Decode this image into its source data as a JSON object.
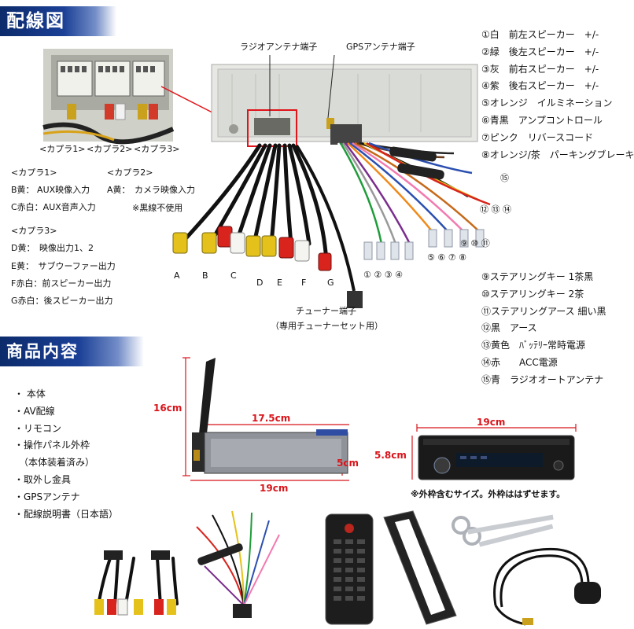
{
  "section1": {
    "title": "配線図"
  },
  "section2": {
    "title": "商品内容"
  },
  "top_labels": {
    "radio_port": "ラジオアンテナ端子",
    "gps_port": "GPSアンテナ端子"
  },
  "couplers": {
    "c1": "<カプラ1>",
    "c2": "<カプラ2>",
    "c3": "<カプラ3>"
  },
  "coupler1": {
    "title": "<カプラ1>",
    "lines": [
      "B黄： AUX映像入力",
      "C赤白：AUX音声入力"
    ]
  },
  "coupler2": {
    "title": "<カプラ2>",
    "line": "A黄：　カメラ映像入力",
    "note": "※黒線不使用"
  },
  "coupler3": {
    "title": "<カプラ3>",
    "lines": [
      "D黄：　映像出力1、2",
      "E黄：　サブウーファー出力",
      "F赤白：前スピーカー出力",
      "G赤白：後スピーカー出力"
    ]
  },
  "plug_letters": [
    "A",
    "B",
    "C",
    "D",
    "E",
    "F",
    "G"
  ],
  "tuner": {
    "line1": "チューナー端子",
    "line2": "（専用チューナーセット用）"
  },
  "wire_legend_top": [
    "①白　前左スピーカー　+/-",
    "②緑　後左スピーカー　+/-",
    "③灰　前右スピーカー　+/-",
    "④紫　後右スピーカー　+/-",
    "⑤オレンジ　イルミネーション",
    "⑥青黒　アンプコントロール",
    "⑦ピンク　リバースコード",
    "⑧オレンジ/茶　パーキングブレーキ"
  ],
  "wire_legend_bottom": [
    "⑨ステアリングキー 1茶黒",
    "⑩ステアリングキー 2茶",
    "⑪ステアリングアース 細い黒",
    "⑫黒　アース",
    "⑬黄色　ﾊﾞｯﾃﾘｰ常時電源",
    "⑭赤　　ACC電源",
    "⑮青　ラジオオートアンテナ"
  ],
  "num_labels": {
    "n15": "⑮",
    "n121314": "⑫ ⑬ ⑭",
    "n91011": "⑨ ⑩ ⑪",
    "n5678": "⑤ ⑥ ⑦ ⑧",
    "n1234": "① ② ③ ④"
  },
  "contents": [
    "・ 本体",
    "・AV配線",
    "・リモコン",
    "・操作パネル外枠",
    "　（本体装着済み）",
    "・取外し金具",
    "・GPSアンテナ",
    "・配線説明書（日本語）"
  ],
  "dimensions": {
    "height": "16cm",
    "depth": "17.5cm",
    "side_width": "19cm",
    "thickness": "5cm",
    "front_width": "19cm",
    "front_height": "5.8cm",
    "note": "※外枠含むサイズ。外枠ははずせます。"
  },
  "colors": {
    "heading_blue": "#1b4096",
    "dimension_red": "#d8141a",
    "highlight_red": "#e0141a"
  }
}
